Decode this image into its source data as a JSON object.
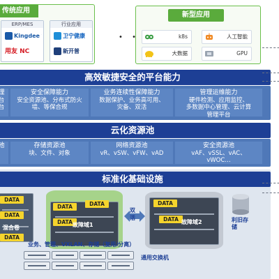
{
  "top": {
    "legacy_title": "传统应用",
    "group_erp_title": "ERP/MES",
    "group_industry_title": "行业应用",
    "erp_logos": [
      "Kingdee 金蝶",
      "用友 NC"
    ],
    "industry_logos": [
      "卫宁健康",
      "新开普"
    ],
    "new_title": "新型应用",
    "new_apps": [
      {
        "label": "k8s",
        "icon": "infinity-icon",
        "color": "#3a9d44"
      },
      {
        "label": "人工智能",
        "icon": "ai-robot-icon",
        "color": "#f08a24"
      },
      {
        "label": "大数据",
        "icon": "elephant-icon",
        "color": "#f2c318"
      },
      {
        "label": "GPU",
        "icon": "gpu-chip-icon",
        "color": "#9aa4b0"
      }
    ],
    "ellipsis": "• • •"
  },
  "platform": {
    "title": "高效敏捷安全的平台能力",
    "cells": [
      {
        "title": "理",
        "lines": [
          "台",
          "台"
        ]
      },
      {
        "title": "安全保障能力",
        "lines": [
          "安全资源池、分布式防火",
          "墙、等保合规"
        ]
      },
      {
        "title": "业务连续性保障能力",
        "lines": [
          "数据保护、业务高可用、",
          "灾备、双活"
        ]
      },
      {
        "title": "管理运维能力",
        "lines": [
          "硬件检测、应用监控、",
          "多数据中心管理、云计算",
          "管理平台"
        ]
      }
    ]
  },
  "cloud": {
    "title": "云化资源池",
    "cells": [
      {
        "title": "池",
        "lines": [
          ""
        ]
      },
      {
        "title": "存储资源池",
        "lines": [
          "块、文件、对象"
        ]
      },
      {
        "title": "网络资源池",
        "lines": [
          "vR、vSW、vFW、vAD"
        ]
      },
      {
        "title": "安全资源池",
        "lines": [
          "vAF、vSSL、vAC、",
          "vWOC…"
        ]
      }
    ]
  },
  "infra": {
    "title": "标准化基础设施",
    "data_label": "DATA",
    "mixed_volume": "混合卷",
    "fault_domain_1": "故障域1",
    "fault_domain_2": "故障域2",
    "dual_active": "双活",
    "reuse_storage": "利旧存储",
    "networks": "业务、管理、VXLAN、存储（复用/分离）",
    "switch_label": "通用交换机"
  },
  "colors": {
    "band": "#1d3f95",
    "panel": "#4f78b8",
    "accent_green": "#5aab3c",
    "data_yellow": "#f5d42c",
    "pool_green": "#a6d38a",
    "pool_gray": "#c3c9d2"
  }
}
